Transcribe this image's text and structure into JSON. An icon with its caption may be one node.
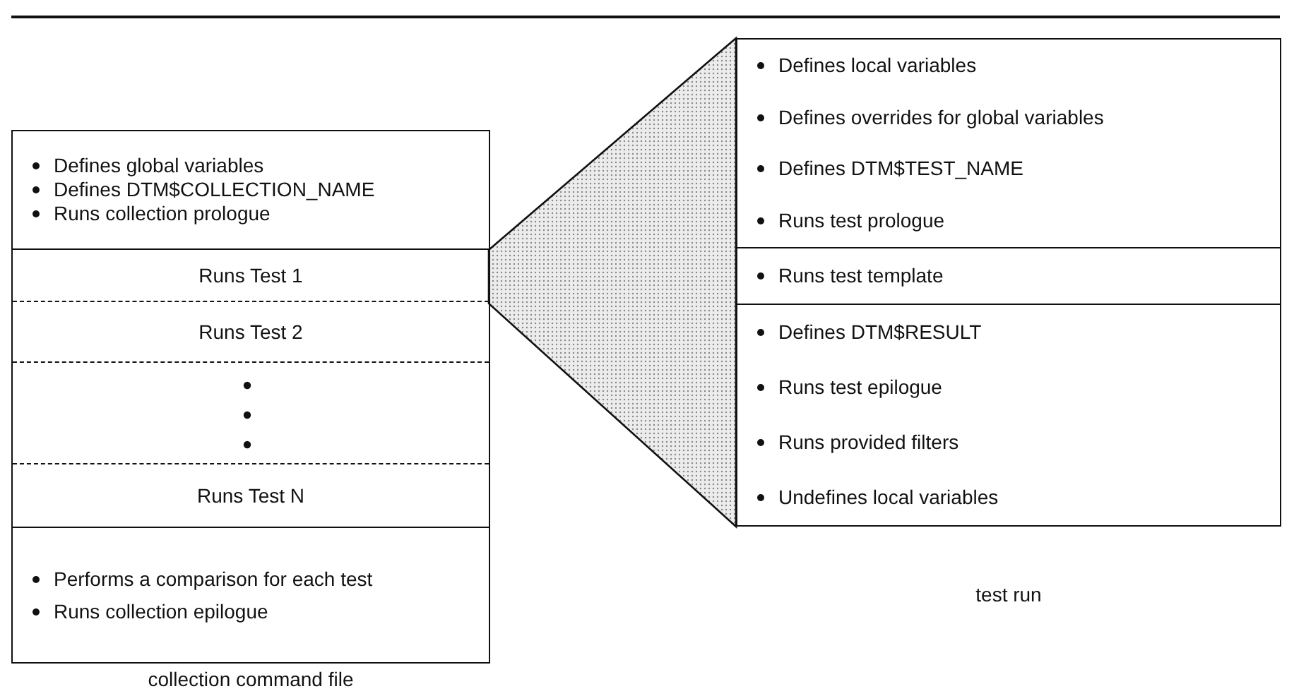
{
  "diagram": {
    "nodes": [
      {
        "text": [],
        "shape": "box",
        "beside": [
          "collection command file"
        ]
      },
      {
        "text": [
          "Defines global variables",
          "Defines DTM$COLLECTION_NAME",
          "Runs collection prologue"
        ],
        "in": 0
      },
      {
        "text": [
          "Runs Test 1"
        ],
        "in": 0
      },
      {
        "text": [
          "Runs Test 2"
        ],
        "in": 0
      },
      {
        "text": [
          "Runs Test N"
        ],
        "in": 0
      },
      {
        "text": [
          "Performs a comparison for each test",
          "Runs collection epilogue"
        ],
        "in": 0
      },
      {
        "text": [],
        "shape": "box",
        "beside": [
          "test run"
        ]
      },
      {
        "text": [
          "Defines local variables",
          "Defines overrides for global variables",
          "Defines DTM$TEST_NAME",
          "Runs test prologue"
        ],
        "in": 6
      },
      {
        "text": [
          "Runs test template"
        ],
        "in": 6
      },
      {
        "text": [
          "Defines DTM$RESULT",
          "Runs test epilogue",
          "Runs provided filters",
          "Undefines local variables"
        ],
        "in": 6
      }
    ],
    "edges": [
      {
        "from": 2,
        "to": 6,
        "arrow": "none"
      }
    ]
  }
}
